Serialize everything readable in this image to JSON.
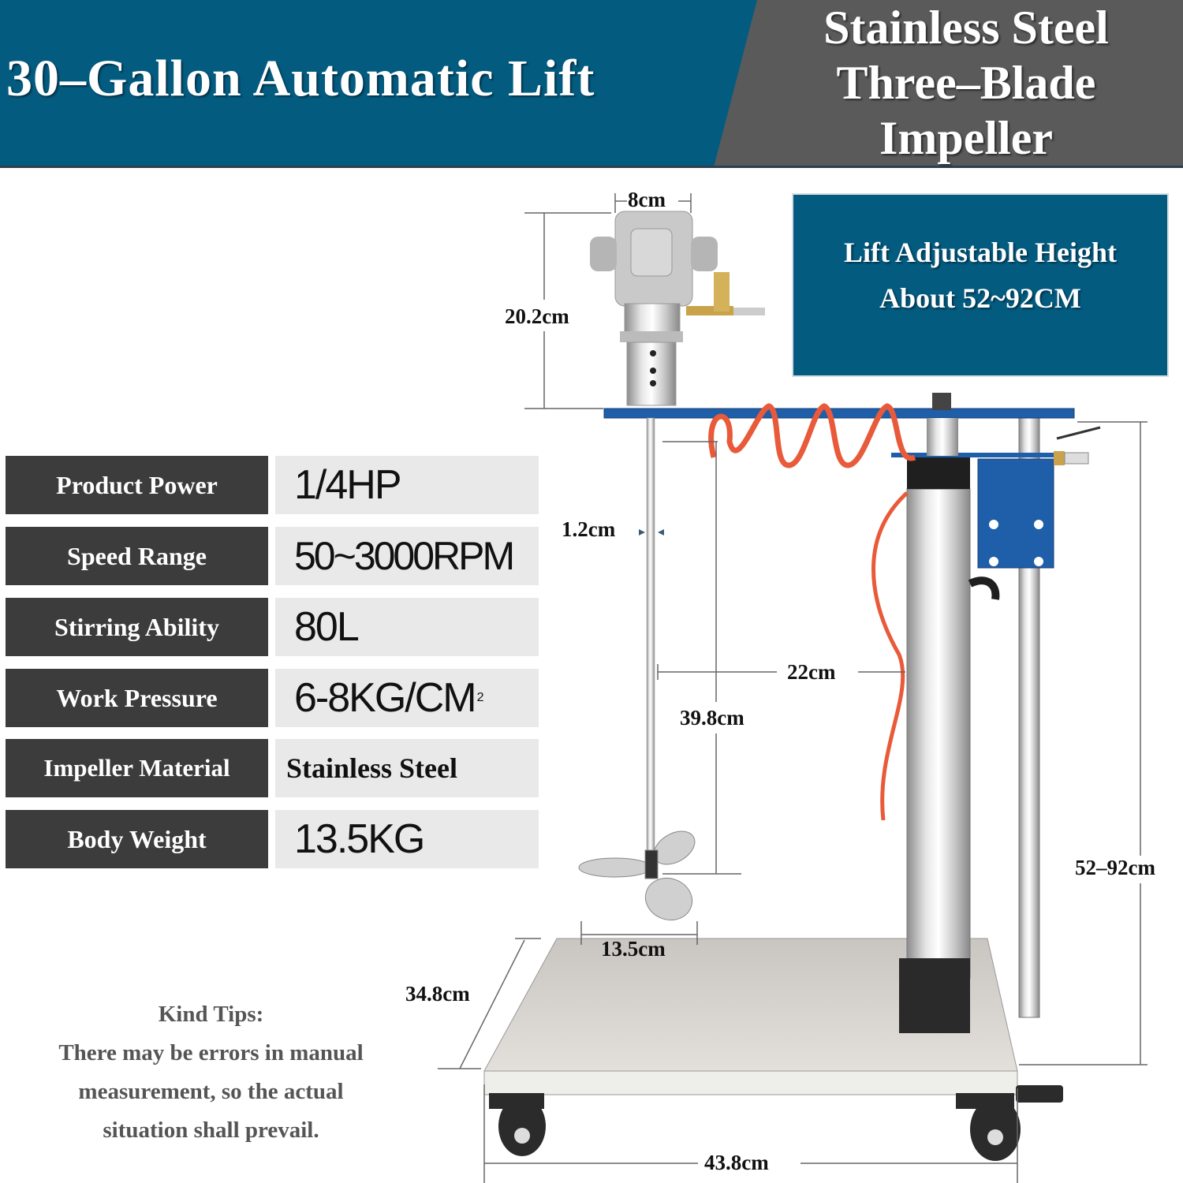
{
  "banner": {
    "title_left": "30–Gallon Automatic Lift",
    "title_right_lines": [
      "Stainless Steel",
      "Three–Blade",
      "Impeller"
    ],
    "colors": {
      "blue": "#035c80",
      "gray": "#5a5a5a"
    }
  },
  "lift_box": {
    "line1": "Lift Adjustable Height",
    "line2": "About 52~92CM"
  },
  "specs": [
    {
      "label": "Product Power",
      "value": "1/4HP"
    },
    {
      "label": "Speed Range",
      "value": "50~3000RPM"
    },
    {
      "label": "Stirring Ability",
      "value": "80L"
    },
    {
      "label": "Work Pressure",
      "value": "6-8KG/CM",
      "value_sup": "2"
    },
    {
      "label": "Impeller Material",
      "value": "Stainless Steel"
    },
    {
      "label": "Body Weight",
      "value": "13.5KG"
    }
  ],
  "dimensions": {
    "motor_width": "8cm",
    "motor_height": "20.2cm",
    "shaft_diameter": "1.2cm",
    "arm_reach": "22cm",
    "shaft_length": "39.8cm",
    "impeller_diameter": "13.5cm",
    "base_depth": "34.8cm",
    "base_width": "43.8cm",
    "lift_height": "52–92cm"
  },
  "tips": {
    "title": "Kind Tips:",
    "lines": [
      "There may be errors in manual",
      "measurement, so the actual",
      "situation shall prevail."
    ]
  }
}
